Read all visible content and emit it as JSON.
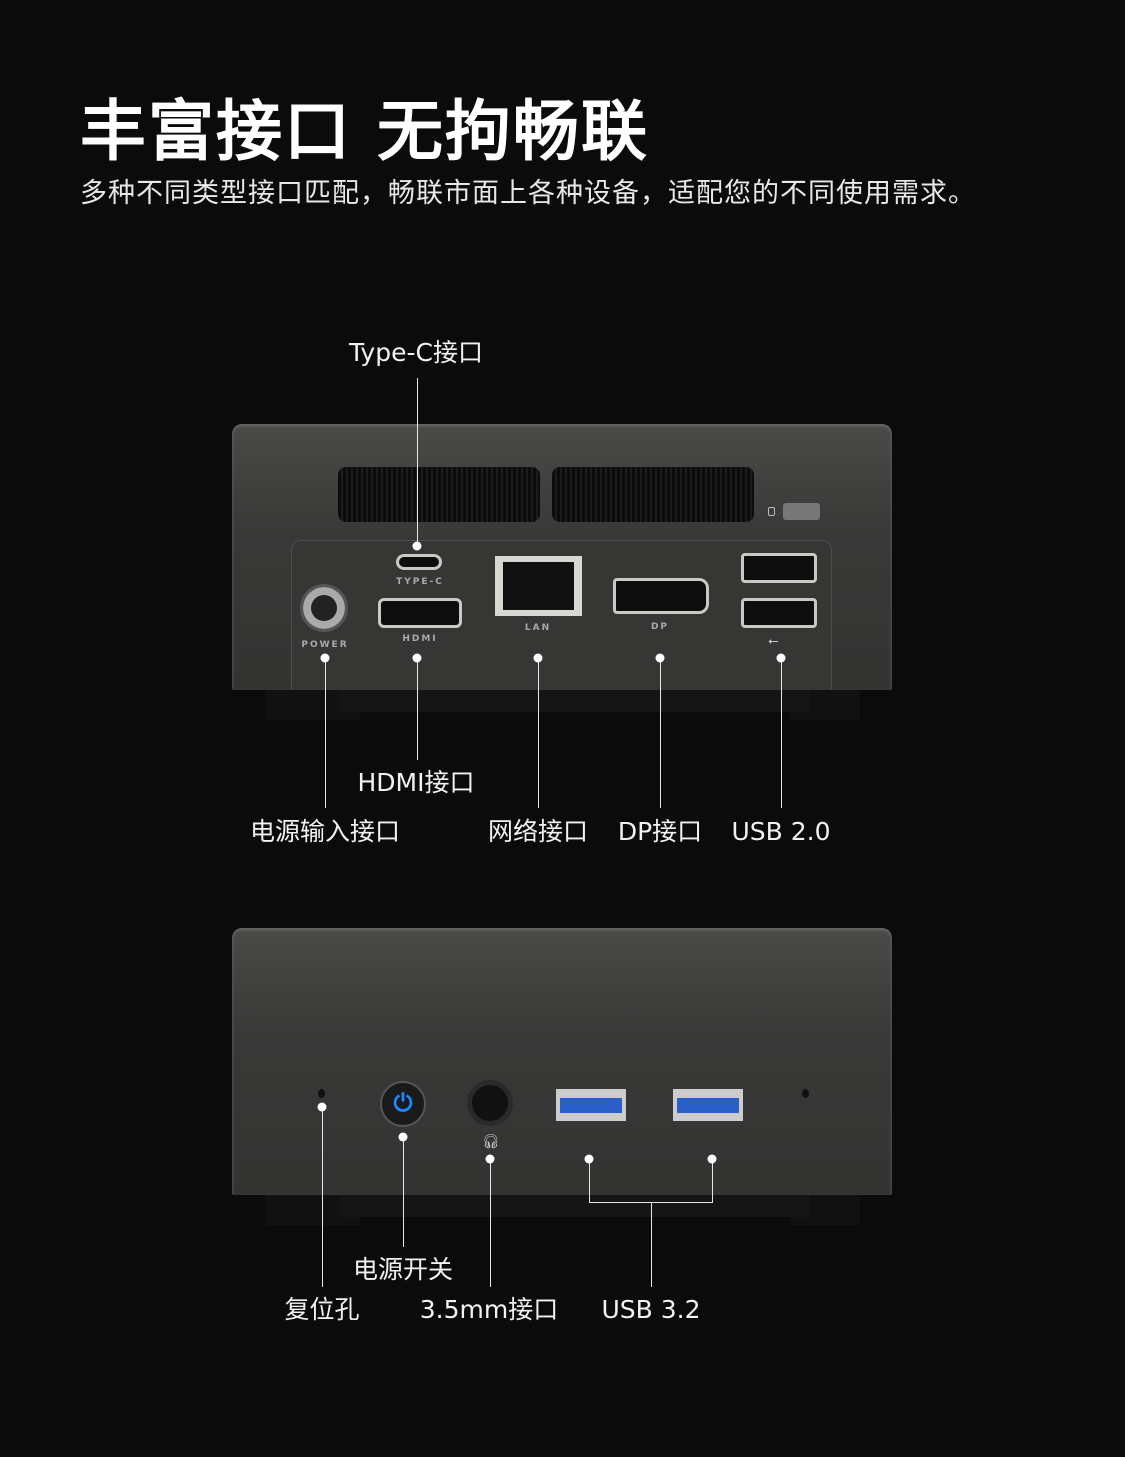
{
  "title": "丰富接口 无拘畅联",
  "subtitle": "多种不同类型接口匹配，畅联市面上各种设备，适配您的不同使用需求。",
  "back_panel": {
    "labels": {
      "typec": "Type-C接口",
      "hdmi": "HDMI接口",
      "power": "电源输入接口",
      "lan": "网络接口",
      "dp": "DP接口",
      "usb": "USB 2.0"
    },
    "printed": {
      "typec": "TYPE-C",
      "hdmi": "HDMI",
      "power": "POWER",
      "lan": "LAN",
      "dp": "DP"
    }
  },
  "front_panel": {
    "labels": {
      "power_switch": "电源开关",
      "reset": "复位孔",
      "audio": "3.5mm接口",
      "usb": "USB 3.2"
    },
    "power_led_color": "#1e88ff"
  },
  "colors": {
    "background": "#0b0b0c",
    "device": "#3a3a39"
  }
}
